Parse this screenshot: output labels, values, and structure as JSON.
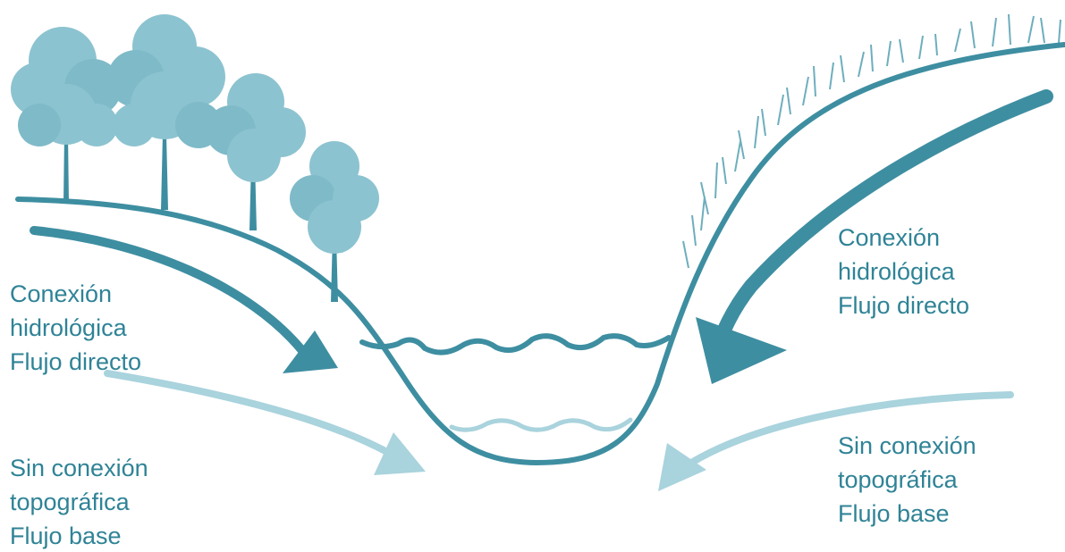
{
  "labels": {
    "left_top": [
      "Conexión",
      "hidrológica",
      "Flujo directo"
    ],
    "left_bottom": [
      "Sin conexión",
      "topográfica",
      "Flujo base"
    ],
    "right_top": [
      "Conexión",
      "hidrológica",
      "Flujo directo"
    ],
    "right_bottom": [
      "Sin conexión",
      "topográfica",
      "Flujo base"
    ]
  },
  "colors": {
    "primary": "#3e8ea1",
    "tree_fill": "#8cc3d0",
    "tree_dark": "#6eaebd",
    "base_flow": "#a9d3dd"
  }
}
